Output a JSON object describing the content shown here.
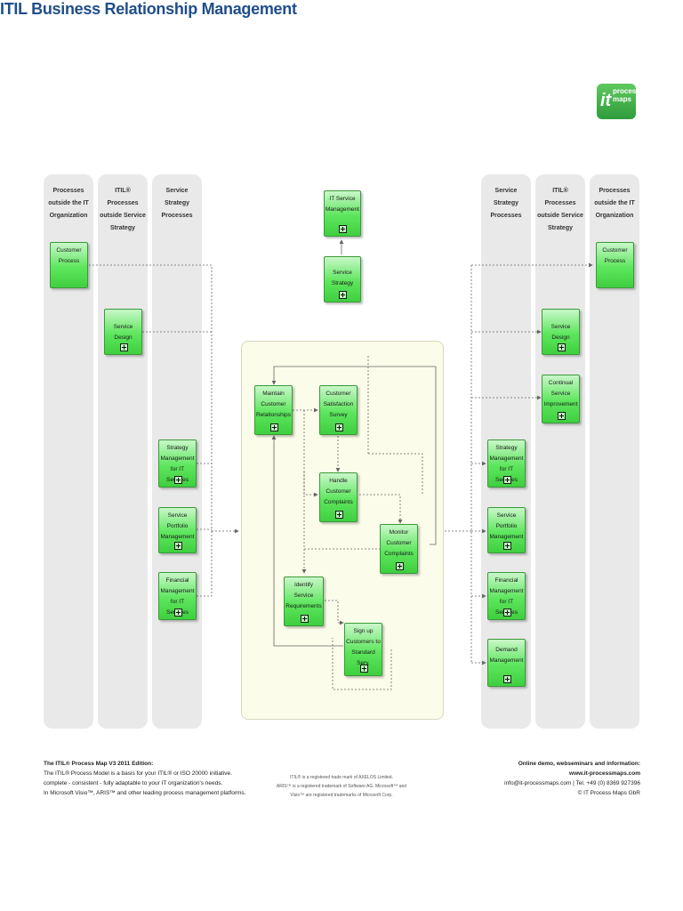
{
  "title": "ITIL Business Relationship Management",
  "logo": {
    "it": "it",
    "process": "process",
    "maps": "maps"
  },
  "lanes": {
    "left_outside": "Processes outside the IT Organization",
    "left_itil": "ITIL® Processes outside Service Strategy",
    "left_strategy": "Service Strategy Processes",
    "right_strategy": "Service Strategy Processes",
    "right_itil": "ITIL® Processes outside Service Strategy",
    "right_outside": "Processes outside the IT Organization"
  },
  "boxes": {
    "it_service_mgmt": "IT Service Management",
    "service_strategy": "Service Strategy",
    "customer_process_left": "Customer Process",
    "service_design_left": "Service Design",
    "strategy_mgmt_left": "Strategy Management for IT Services",
    "portfolio_mgmt_left": "Service Portfolio Management",
    "financial_mgmt_left": "Financial Management for IT Services",
    "customer_process_right": "Customer Process",
    "service_design_right": "Service Design",
    "continual_improvement": "Continual Service Improvement",
    "strategy_mgmt_right": "Strategy Management for IT Services",
    "portfolio_mgmt_right": "Service Portfolio Management",
    "financial_mgmt_right": "Financial Management for IT Services",
    "demand_mgmt": "Demand Management",
    "maintain_relationships": "Maintain Customer Relationships",
    "satisfaction_survey": "Customer Satisfaction Survey",
    "handle_complaints": "Handle Customer Complaints",
    "monitor_complaints": "Monitor Customer Complaints",
    "identify_requirements": "Identify Service Requirements",
    "sign_up": "Sign up Customers to Standard Serv."
  },
  "footer": {
    "left_title": "The ITIL® Process Map V3 2011 Edition:",
    "left_l1": "The ITIL® Process Model is a basis for your ITIL® or ISO 20000 initiative.",
    "left_l2": "complete - consistent - fully adaptable to your IT organization's needs.",
    "left_l3": "In Microsoft Visio™, ARIS™ and other leading process management platforms.",
    "mid_l1": "ITIL® is a registered trade mark of AXELOS Limited.",
    "mid_l2": "ARIS™ is a registered trademark of Software AG. Microsoft™ and",
    "mid_l3": "Visio™ are registered trademarks of Microsoft Corp.",
    "right_title": "Online demo, webseminars and information:",
    "right_url": "www.it-processmaps.com",
    "right_contact": "info@it-processmaps.com | Tel. +49 (0) 8369 927396",
    "right_copy": "© IT Process Maps GbR"
  }
}
